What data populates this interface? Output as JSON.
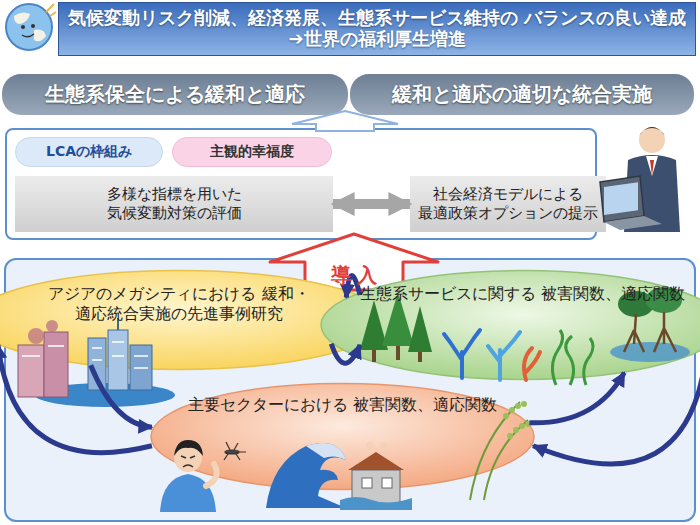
{
  "diagram": {
    "nodes": [
      {
        "text": [
          "気候変動リスク削減、経済発展、生態系サービス維持の バランスの良い達成➔世界の福利厚生増進"
        ]
      },
      {
        "text": [
          "生態系保全による緩和と適応"
        ]
      },
      {
        "text": [
          "緩和と適応の適切な統合実施"
        ]
      },
      {
        "text": [
          "LCAの枠組み"
        ]
      },
      {
        "text": [
          "主観的幸福度"
        ]
      },
      {
        "text": [
          "多様な指標を用いた 気候変動対策の評価"
        ]
      },
      {
        "text": [
          "社会経済モデルによる 最適政策オプションの提示"
        ]
      },
      {
        "text": [
          "導 入"
        ]
      },
      {
        "text": [
          "アジアのメガシティにおける 緩和・適応統合実施の先進事例研究"
        ]
      },
      {
        "text": [
          "生態系サービスに関する 被害関数、適応関数"
        ]
      },
      {
        "text": [
          "主要セクターにおける 被害関数、適応関数"
        ]
      }
    ],
    "edges": [
      {
        "from": 5,
        "to": 6,
        "arrow": "both"
      },
      {
        "from": 8,
        "to": 9,
        "arrow": "to"
      },
      {
        "from": 9,
        "to": 8,
        "arrow": "to"
      },
      {
        "from": 10,
        "to": 8,
        "arrow": "to"
      },
      {
        "from": 8,
        "to": 10,
        "arrow": "to"
      },
      {
        "from": 10,
        "to": 9,
        "arrow": "to"
      },
      {
        "from": 9,
        "to": 10,
        "arrow": "to"
      }
    ]
  }
}
